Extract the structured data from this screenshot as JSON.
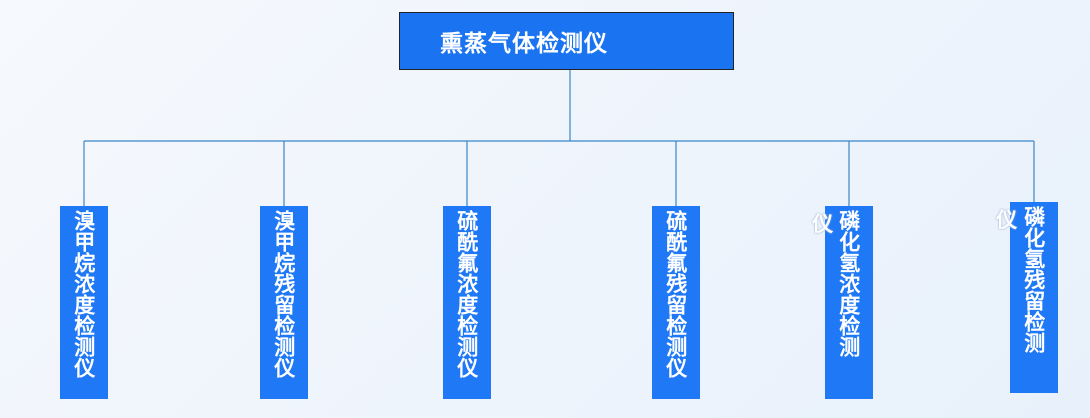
{
  "diagram": {
    "root": {
      "label": "熏蒸气体检测仪"
    },
    "children": [
      {
        "label": "溴甲烷浓度检测仪"
      },
      {
        "label": "溴甲烷残留检测仪"
      },
      {
        "label": "硫酰氟浓度检测仪"
      },
      {
        "label": "硫酰氟残留检测仪"
      },
      {
        "label": "磷化氢浓度检测",
        "overflow": "仪"
      },
      {
        "label": "磷化氢残留检测",
        "overflow": "仪"
      }
    ]
  },
  "colors": {
    "node_fill": "#1f78f5",
    "line": "#3a86c8",
    "text": "#ffffff"
  }
}
